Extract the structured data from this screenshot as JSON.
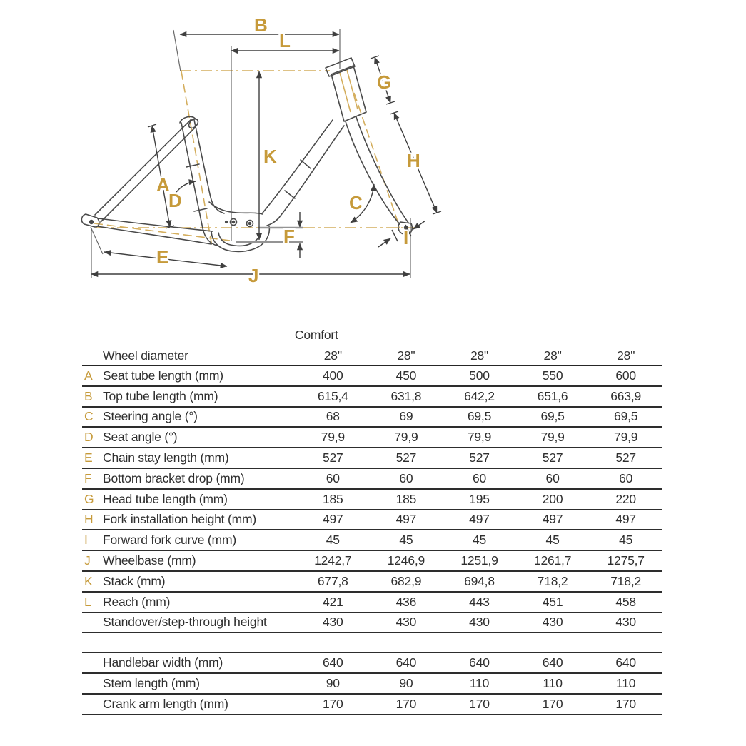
{
  "diagram": {
    "letters": {
      "A": "A",
      "B": "B",
      "C": "C",
      "D": "D",
      "E": "E",
      "F": "F",
      "G": "G",
      "H": "H",
      "I": "I",
      "J": "J",
      "K": "K",
      "L": "L"
    },
    "colors": {
      "gold_letters": "#c69a3a",
      "gold_lines": "#d4ae5e",
      "frame": "#4a4a4a",
      "dimension": "#3f3f3f"
    }
  },
  "table": {
    "group_header": "Comfort",
    "header_row": {
      "label": "Wheel diameter",
      "values": [
        "28\"",
        "28\"",
        "28\"",
        "28\"",
        "28\""
      ]
    },
    "sections": [
      {
        "rows": [
          {
            "letter": "A",
            "label": "Seat tube length (mm)",
            "values": [
              "400",
              "450",
              "500",
              "550",
              "600"
            ]
          },
          {
            "letter": "B",
            "label": "Top tube length (mm)",
            "values": [
              "615,4",
              "631,8",
              "642,2",
              "651,6",
              "663,9"
            ]
          },
          {
            "letter": "C",
            "label": "Steering angle (°)",
            "values": [
              "68",
              "69",
              "69,5",
              "69,5",
              "69,5"
            ]
          },
          {
            "letter": "D",
            "label": "Seat angle (°)",
            "values": [
              "79,9",
              "79,9",
              "79,9",
              "79,9",
              "79,9"
            ]
          },
          {
            "letter": "E",
            "label": "Chain stay length (mm)",
            "values": [
              "527",
              "527",
              "527",
              "527",
              "527"
            ]
          },
          {
            "letter": "F",
            "label": "Bottom bracket drop (mm)",
            "values": [
              "60",
              "60",
              "60",
              "60",
              "60"
            ]
          },
          {
            "letter": "G",
            "label": "Head tube length (mm)",
            "values": [
              "185",
              "185",
              "195",
              "200",
              "220"
            ]
          },
          {
            "letter": "H",
            "label": "Fork installation height (mm)",
            "values": [
              "497",
              "497",
              "497",
              "497",
              "497"
            ]
          },
          {
            "letter": "I",
            "label": "Forward fork curve (mm)",
            "values": [
              "45",
              "45",
              "45",
              "45",
              "45"
            ]
          },
          {
            "letter": "J",
            "label": "Wheelbase (mm)",
            "values": [
              "1242,7",
              "1246,9",
              "1251,9",
              "1261,7",
              "1275,7"
            ]
          },
          {
            "letter": "K",
            "label": "Stack (mm)",
            "values": [
              "677,8",
              "682,9",
              "694,8",
              "718,2",
              "718,2"
            ]
          },
          {
            "letter": "L",
            "label": "Reach (mm)",
            "values": [
              "421",
              "436",
              "443",
              "451",
              "458"
            ]
          },
          {
            "letter": "",
            "label": "Standover/step-through height",
            "values": [
              "430",
              "430",
              "430",
              "430",
              "430"
            ]
          }
        ]
      },
      {
        "rows": [
          {
            "letter": "",
            "label": "Handlebar width (mm)",
            "values": [
              "640",
              "640",
              "640",
              "640",
              "640"
            ]
          },
          {
            "letter": "",
            "label": "Stem length (mm)",
            "values": [
              "90",
              "90",
              "110",
              "110",
              "110"
            ]
          },
          {
            "letter": "",
            "label": "Crank arm length (mm)",
            "values": [
              "170",
              "170",
              "170",
              "170",
              "170"
            ]
          }
        ]
      }
    ]
  }
}
